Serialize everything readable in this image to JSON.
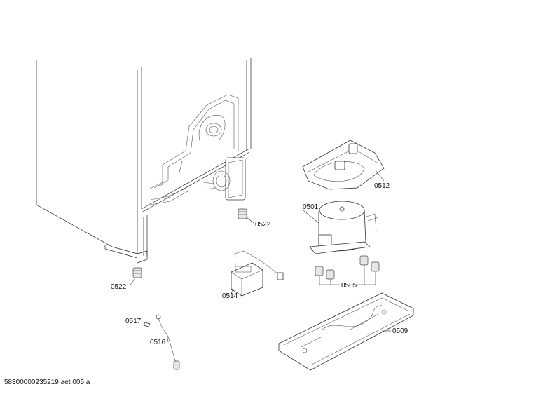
{
  "callouts": {
    "c0501": "0501",
    "c0505": "0505",
    "c0509": "0509",
    "c0512": "0512",
    "c0514": "0514",
    "c0516": "0516",
    "c0517": "0517",
    "c0522a": "0522",
    "c0522b": "0522"
  },
  "footer_code": "58300000235219 aet 005 a"
}
